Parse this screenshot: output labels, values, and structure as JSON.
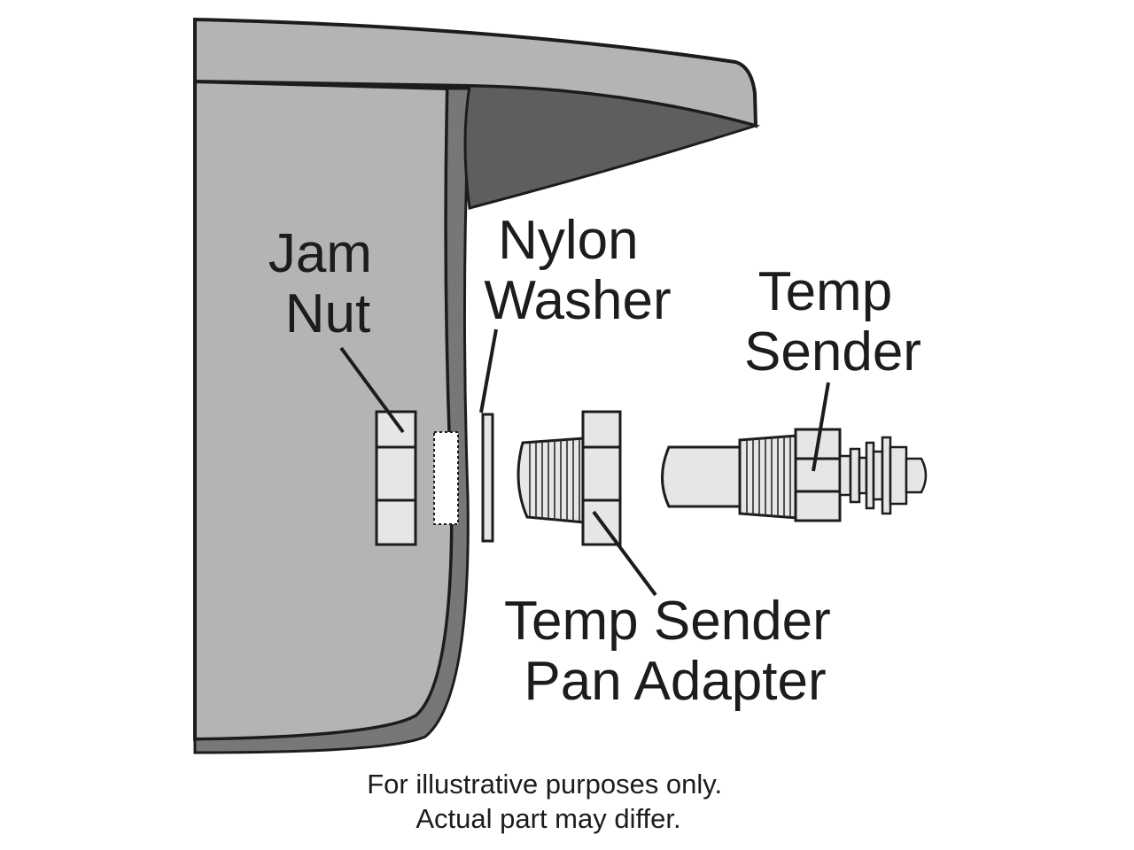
{
  "labels": {
    "jam_nut": [
      "Jam",
      "Nut"
    ],
    "nylon_washer": [
      "Nylon",
      "Washer"
    ],
    "temp_sender": [
      "Temp",
      "Sender"
    ],
    "pan_adapter": [
      "Temp Sender",
      "Pan Adapter"
    ]
  },
  "disclaimer": [
    "For illustrative purposes only.",
    "Actual part may differ."
  ],
  "colors": {
    "pan_fill": "#b4b4b4",
    "pan_rim_dark": "#777777",
    "part_fill": "#e6e6e6",
    "line": "#1c1c1c"
  }
}
